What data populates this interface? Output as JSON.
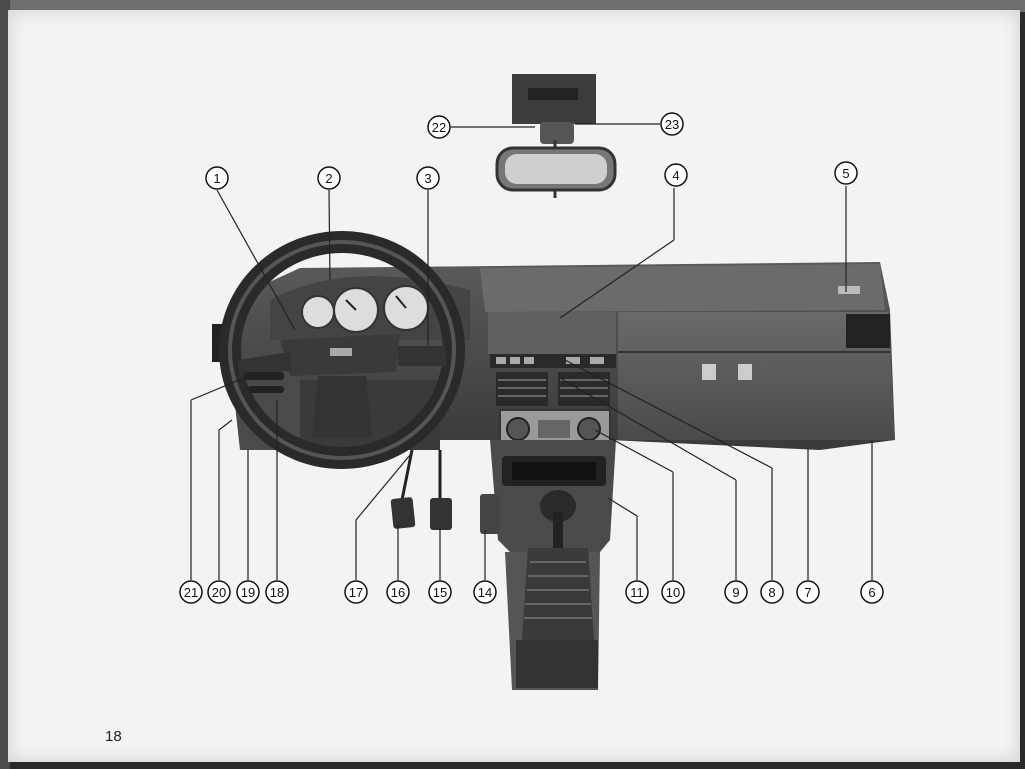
{
  "page": {
    "number": "18"
  },
  "diagram": {
    "callouts": [
      "1",
      "2",
      "3",
      "4",
      "5",
      "6",
      "7",
      "8",
      "9",
      "10",
      "11",
      "14",
      "15",
      "16",
      "17",
      "18",
      "19",
      "20",
      "21",
      "22",
      "23"
    ]
  }
}
